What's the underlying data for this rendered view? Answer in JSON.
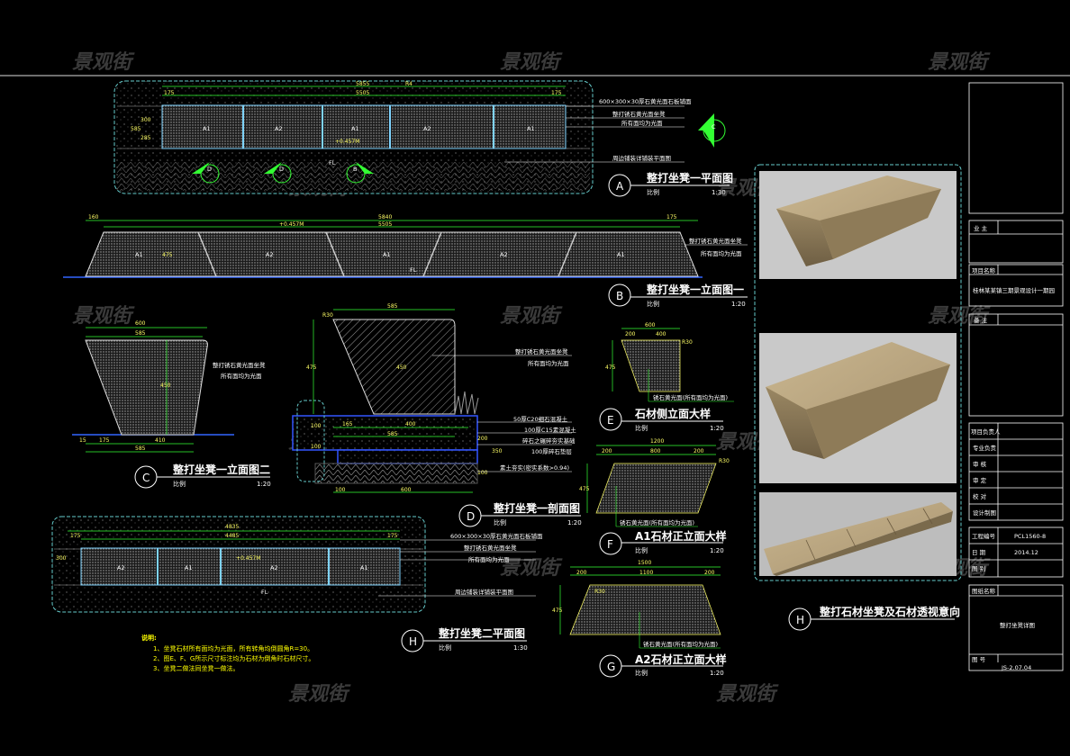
{
  "watermark": "景观街",
  "colors": {
    "background": "#000000",
    "frame": "#ffffff",
    "dimension": "#ffff66",
    "stone_hatch": "#c8c8c8",
    "section_line": "#33ff33",
    "boundary": "#66cccc",
    "stone_render": "#b5a17a"
  },
  "drawings": {
    "A": {
      "letter": "A",
      "title": "整打坐凳一平面图",
      "scale_label": "比例",
      "scale": "1:30",
      "dims": {
        "overall": "5855",
        "inner": "5505",
        "end_left": "175",
        "end_right": "175",
        "height1": "300",
        "height2": "285",
        "depth": "585",
        "elev": "+0.457M",
        "fl": "FL",
        "r": "R4"
      },
      "callouts": [
        "600×300×30厚石黄光面石板铺面",
        "整打锈石黄光面坐凳",
        "所有面均为光面",
        "周边铺装详铺装平面图"
      ],
      "stones": [
        "A1",
        "A2",
        "A1",
        "A2",
        "A1"
      ],
      "section_marks": [
        "D",
        "D",
        "B",
        "C"
      ]
    },
    "B": {
      "letter": "B",
      "title": "整打坐凳一立面图一",
      "scale_label": "比例",
      "scale": "1:20",
      "dims": {
        "overall": "5840",
        "inner": "5505",
        "left": "160",
        "right": "175",
        "height": "475",
        "elev": "+0.457M",
        "fl": "FL"
      },
      "callouts": [
        "整打锈石黄光面坐凳",
        "所有面均为光面"
      ],
      "stones": [
        "A1",
        "A2",
        "A1",
        "A2",
        "A1"
      ]
    },
    "C": {
      "letter": "C",
      "title": "整打坐凳一立面图二",
      "scale_label": "比例",
      "scale": "1:20",
      "dims": {
        "top": "600",
        "top2": "585",
        "height": "450",
        "bottom_left": "175",
        "bottom_right": "410",
        "bottom": "585",
        "left": "15"
      },
      "callouts": [
        "整打锈石黄光面坐凳",
        "所有面均为光面"
      ]
    },
    "D": {
      "letter": "D",
      "title": "整打坐凳一剖面图",
      "scale_label": "比例",
      "scale": "1:20",
      "dims": {
        "top": "585",
        "height": "475",
        "h2": "450",
        "w1": "165",
        "w2": "400",
        "w3": "585",
        "b1": "100",
        "b2": "600",
        "r": "R30",
        "d1": "100",
        "d2": "100",
        "d3": "200",
        "d4": "100",
        "d5": "350"
      },
      "callouts": [
        "整打锈石黄光面坐凳",
        "所有面均为光面",
        "50厚C20细石混凝土",
        "100厚C15素混凝土",
        "碎石之碾碎夯实基础",
        "100厚碎石垫层",
        "素土夯实(密实系数>0.94)"
      ]
    },
    "E": {
      "letter": "E",
      "title": "石材侧立面大样",
      "scale_label": "比例",
      "scale": "1:20",
      "dims": {
        "top": "600",
        "a": "200",
        "b": "400",
        "h": "475",
        "r": "R30"
      },
      "callout": "锈石黄光面(所有面均为光面)"
    },
    "F": {
      "letter": "F",
      "title": "A1石材正立面大样",
      "scale_label": "比例",
      "scale": "1:20",
      "dims": {
        "top": "1200",
        "a": "200",
        "b": "800",
        "c": "200",
        "h": "475",
        "r": "R30"
      },
      "callout": "锈石黄光面(所有面均为光面)"
    },
    "G": {
      "letter": "G",
      "title": "A2石材正立面大样",
      "scale_label": "比例",
      "scale": "1:20",
      "dims": {
        "top": "1500",
        "a": "200",
        "b": "1100",
        "c": "200",
        "h": "475",
        "r": "R30"
      },
      "callout": "锈石黄光面(所有面均为光面)"
    },
    "H": {
      "letter": "H",
      "title": "整打坐凳二平面图",
      "scale_label": "比例",
      "scale": "1:30",
      "dims": {
        "overall": "4835",
        "inner": "4485",
        "end_left": "175",
        "end_right": "175",
        "h": "300",
        "elev": "+0.457M",
        "fl": "FL"
      },
      "callouts": [
        "600×300×30厚石黄光面石板铺面",
        "整打锈石黄光面坐凳",
        "所有面均为光面",
        "周边铺装详铺装平面图"
      ],
      "stones": [
        "A2",
        "A1",
        "A2",
        "A1"
      ]
    },
    "P": {
      "letter": "H",
      "title": "整打石材坐凳及石材透视意向"
    }
  },
  "notes": {
    "heading": "说明:",
    "items": [
      "1、坐凳石材所有面均为光面，所有转角均倒圆角R=30。",
      "2、图E、F、G所示尺寸标注均为石材为倒角时石材尺寸。",
      "3、坐凳二做法同坐凳一做法。"
    ]
  },
  "title_block": {
    "owner_label": "业  主",
    "project_label": "项目名称",
    "project_name": "桂林某某镇三期景观设计一期园",
    "remark_label": "备  注",
    "roles": [
      "项目负责人",
      "专业负责",
      "审  核",
      "审  定",
      "校  对",
      "设计制图"
    ],
    "job_no_label": "工程编号",
    "job_no": "PCL1560-8",
    "date_label": "日  期",
    "date": "2014.12",
    "scale_label": "图  别",
    "sheet_name_label": "图纸名称",
    "sheet_name": "整打坐凳详图",
    "sheet_no_label": "图  号",
    "sheet_no": "JS-2.07.04"
  }
}
